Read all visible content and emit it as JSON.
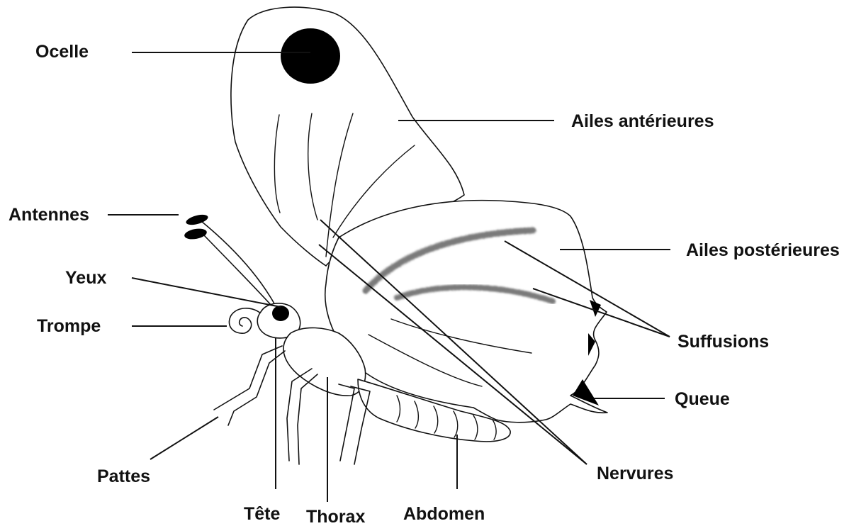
{
  "diagram": {
    "labels": {
      "ocelle": "Ocelle",
      "ailes_anterieures": "Ailes antérieures",
      "antennes": "Antennes",
      "ailes_posterieures": "Ailes postérieures",
      "yeux": "Yeux",
      "trompe": "Trompe",
      "suffusions": "Suffusions",
      "queue": "Queue",
      "nervures": "Nervures",
      "pattes": "Pattes",
      "tete": "Tête",
      "thorax": "Thorax",
      "abdomen": "Abdomen"
    },
    "colors": {
      "ink": "#111111",
      "background": "#ffffff",
      "suffusion": "#7a7a7a"
    }
  }
}
